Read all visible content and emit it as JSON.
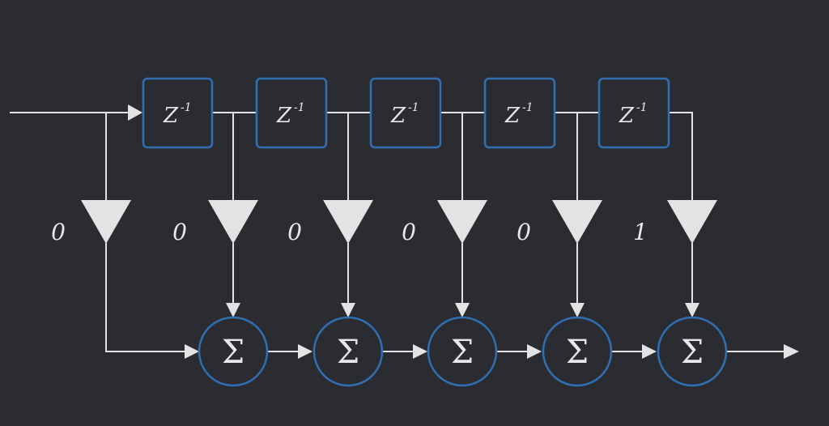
{
  "diagram": {
    "delay_main": "Z",
    "delay_exp": "-1",
    "sum_symbol": "Σ",
    "coefficients": [
      "0",
      "0",
      "0",
      "0",
      "0",
      "1"
    ],
    "colors": {
      "background": "#2b2c31",
      "accent": "#2f6fb2",
      "line": "#e3e3e3"
    }
  }
}
